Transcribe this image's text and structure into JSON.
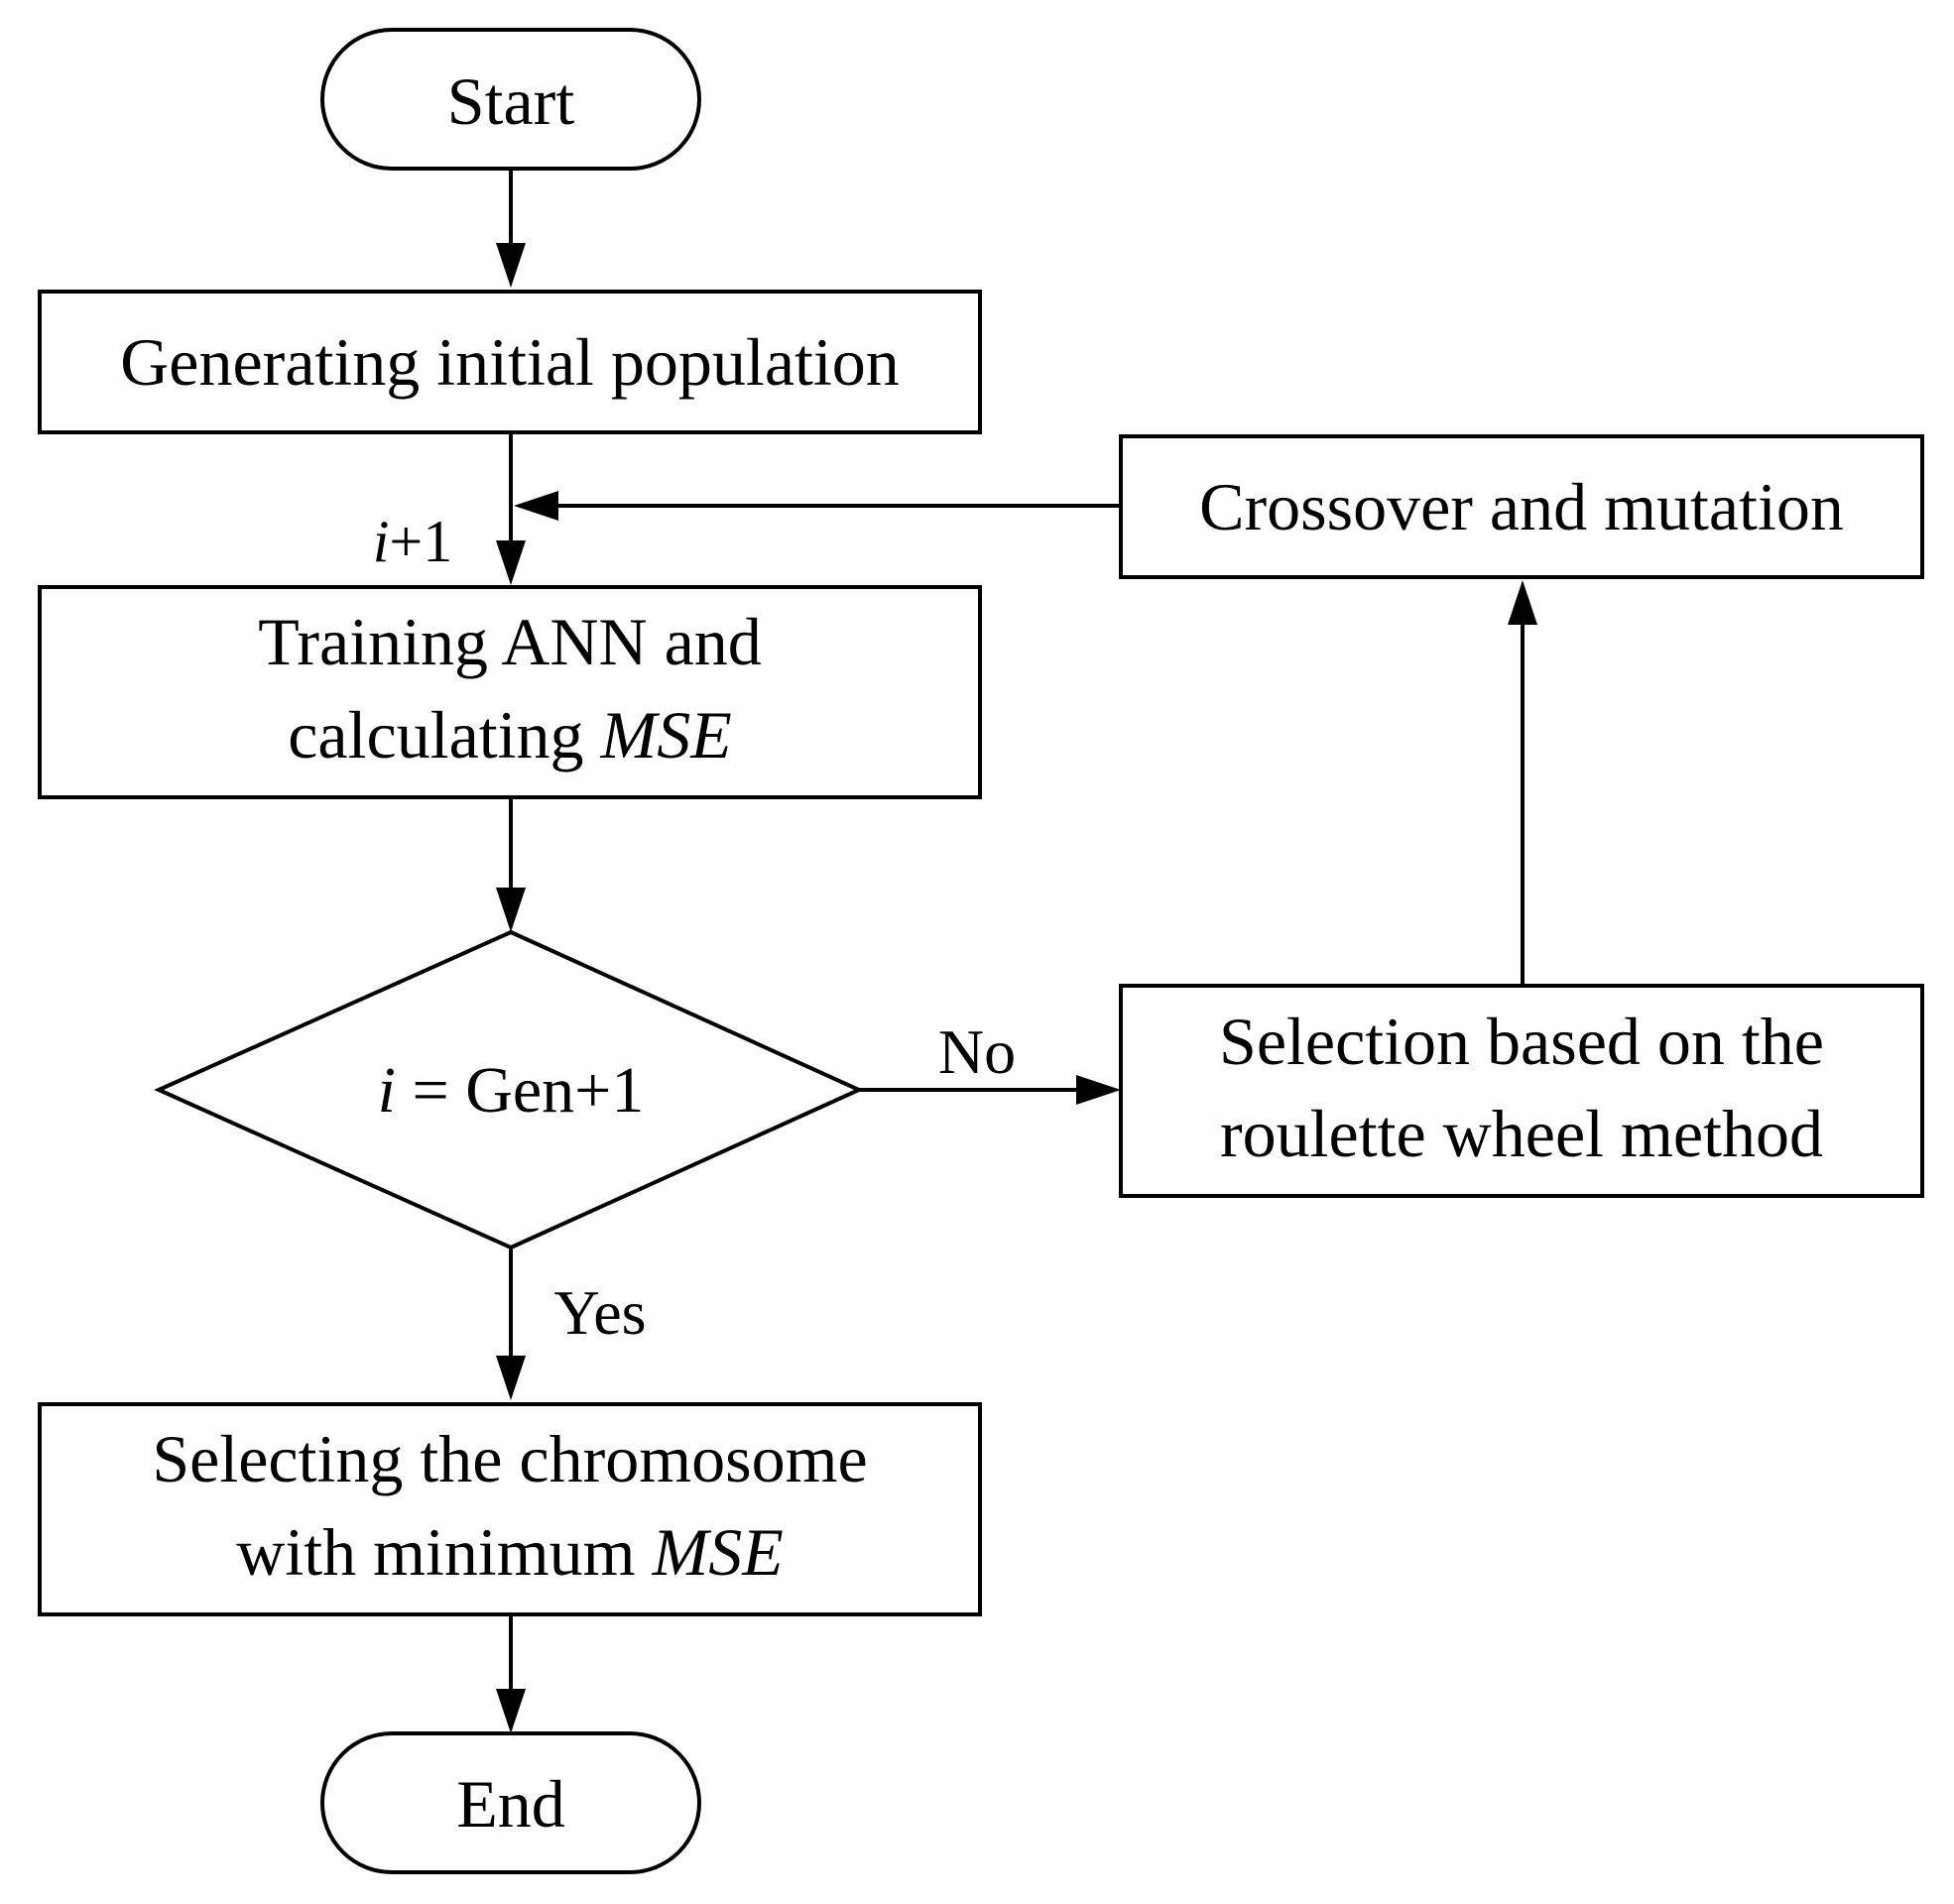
{
  "flowchart": {
    "start_label": "Start",
    "end_label": "End",
    "generate_label": "Generating initial population",
    "training": {
      "line1": "Training ANN and",
      "line2_prefix": "calculating ",
      "line2_italic": "MSE"
    },
    "decision": {
      "var": "i",
      "rest": " = Gen+1"
    },
    "yes_label": "Yes",
    "no_label": "No",
    "selection": {
      "line1": "Selection based on the",
      "line2": "roulette wheel method"
    },
    "crossover_label": "Crossover and mutation",
    "increment": {
      "var": "i",
      "rest": "+1"
    },
    "select_best": {
      "line1": "Selecting the chromosome",
      "line2_prefix": "with minimum ",
      "line2_italic": "MSE"
    }
  }
}
